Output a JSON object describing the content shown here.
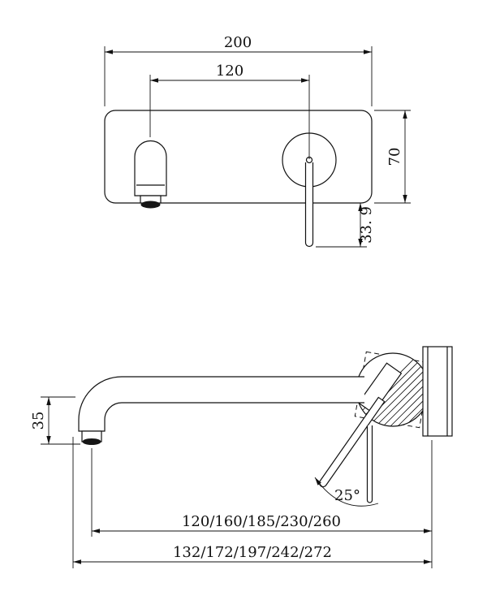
{
  "drawing": {
    "top_view": {
      "dim_plate_width": "200",
      "dim_centers": "120",
      "dim_plate_height": "70",
      "dim_lever_drop": "33. 9"
    },
    "side_view": {
      "dim_outlet_drop": "35",
      "dim_lever_angle": "25°",
      "dim_spout_reach": "120/160/185/230/260",
      "dim_overall_reach": "132/172/197/242/272"
    },
    "line_color": "#111111",
    "background": "#ffffff"
  }
}
